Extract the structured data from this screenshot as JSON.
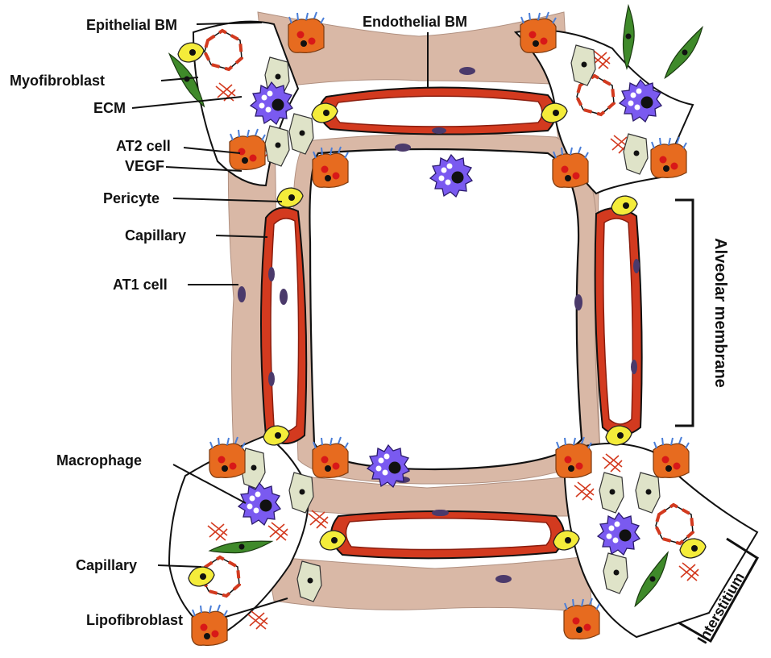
{
  "labels": {
    "epithelial_bm": "Epithelial BM",
    "endothelial_bm": "Endothelial BM",
    "myofibroblast": "Myofibroblast",
    "ecm": "ECM",
    "at2_cell": "AT2 cell",
    "vegf": "VEGF",
    "pericyte": "Pericyte",
    "capillary_top": "Capillary",
    "at1_cell": "AT1 cell",
    "alveolar_membrane": "Alveolar membrane",
    "macrophage": "Macrophage",
    "capillary_bottom": "Capillary",
    "lipofibroblast": "Lipofibroblast",
    "interstitium": "Interstitium"
  },
  "colors": {
    "at1_tissue": "#d9b8a6",
    "capillary_wall": "#d33a1f",
    "capillary_dark": "#8a1d0e",
    "nucleus": "#4b3a6b",
    "pericyte": "#f4ec3a",
    "at2": "#e76b1f",
    "macrophage": "#7a5af0",
    "myofibroblast": "#3f8a2a",
    "lipofibroblast": "#dfe3c8",
    "ecm": "#d33a1f",
    "vegf": "#4a7ed8",
    "ink": "#111111"
  }
}
